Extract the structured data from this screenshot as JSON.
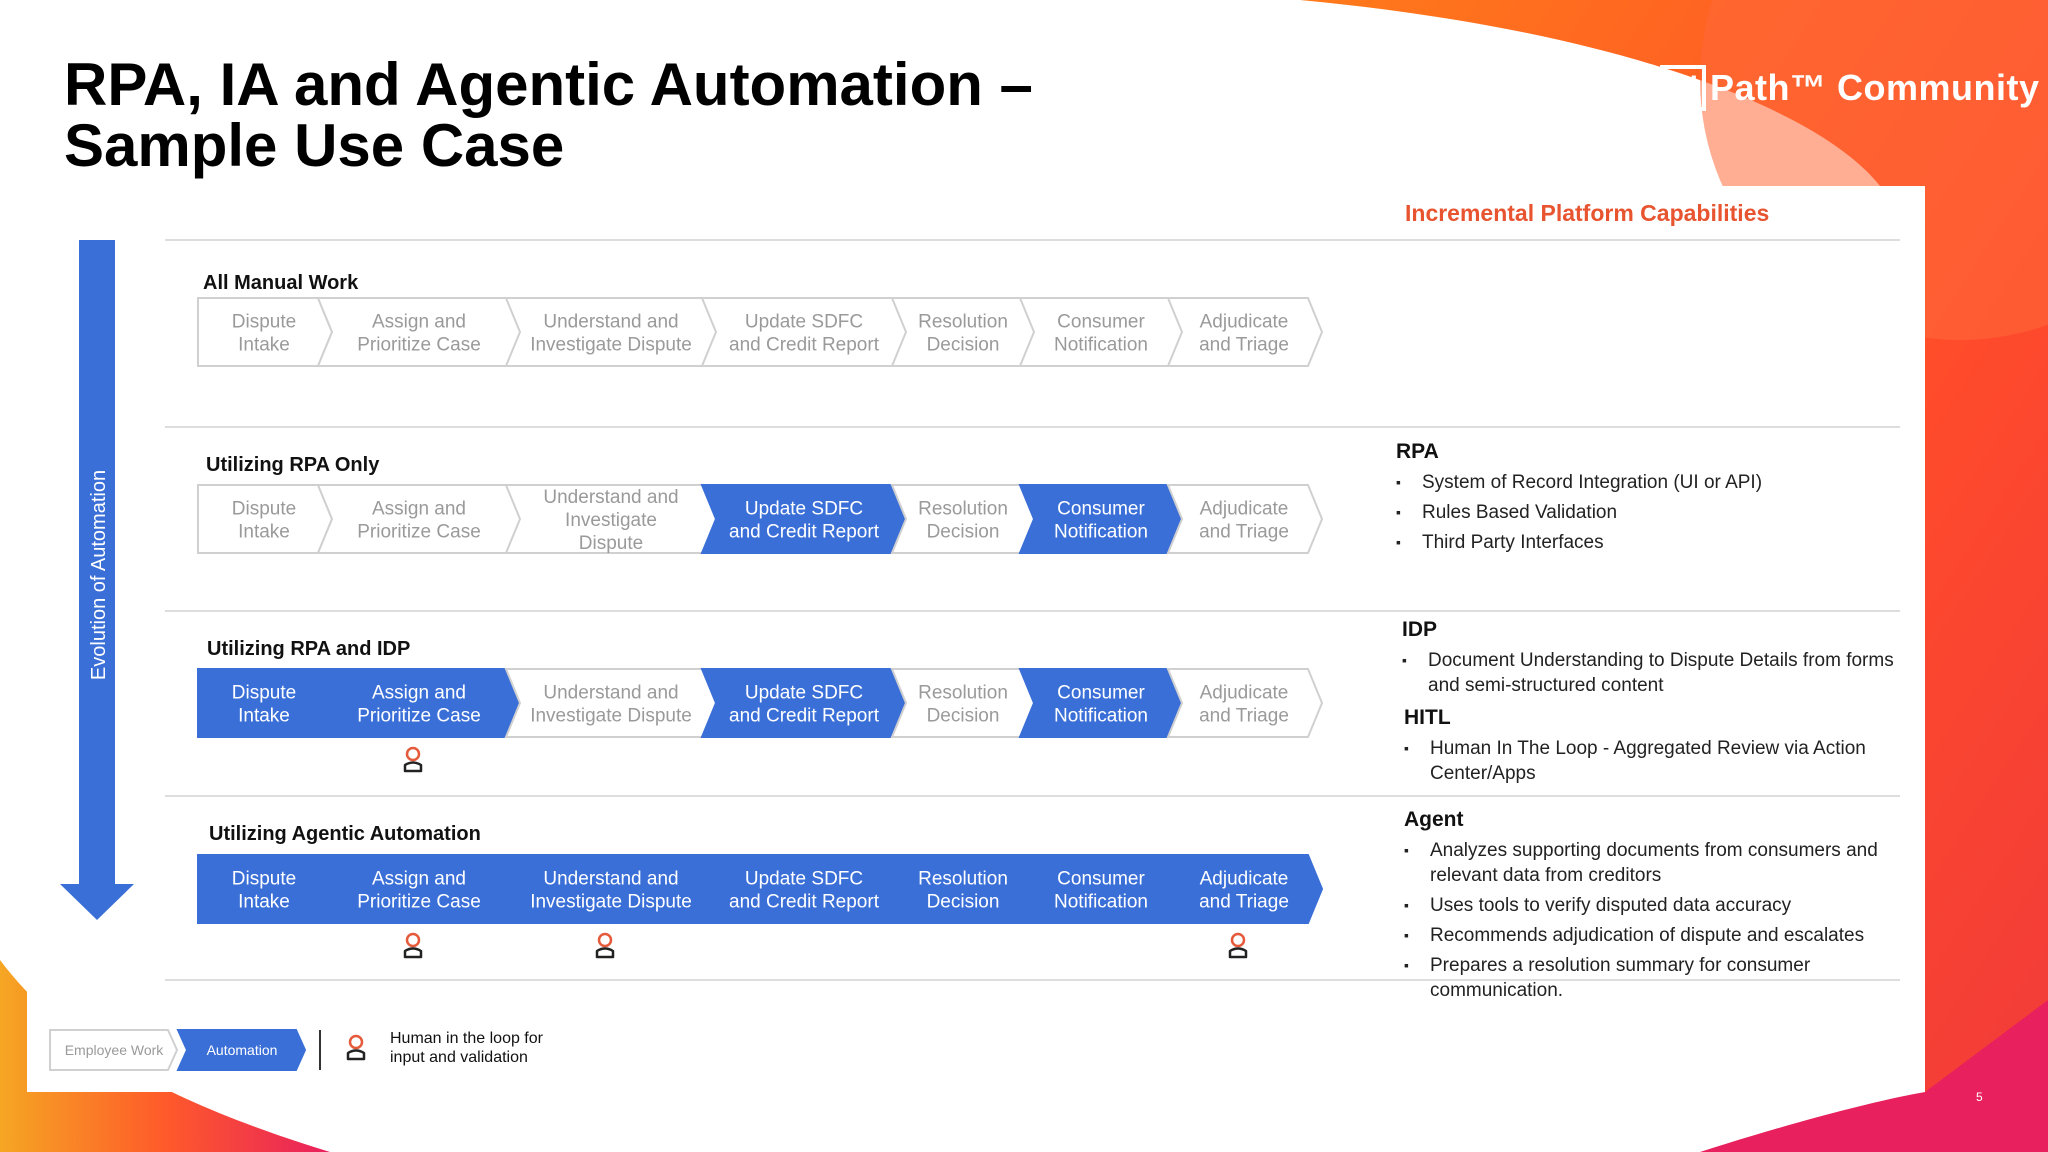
{
  "slide": {
    "title_line1": "RPA, IA and Agentic Automation –",
    "title_line2": "Sample Use Case",
    "page_number": "5"
  },
  "logo": {
    "box": "Ui",
    "text": "Path™ Community"
  },
  "diagram": {
    "header": "Incremental Platform Capabilities",
    "arrow_label": "Evolution of Automation",
    "colors": {
      "automation": "#3a6fd8",
      "employee_border": "#d0d0d0",
      "employee_text": "#9a9a9a",
      "human_icon": "#e55a3a"
    },
    "rows": [
      {
        "title": "All Manual Work",
        "steps": [
          {
            "lines": [
              "Dispute",
              "Intake"
            ],
            "automated": false,
            "human": false
          },
          {
            "lines": [
              "Assign and",
              "Prioritize Case"
            ],
            "automated": false,
            "human": false
          },
          {
            "lines": [
              "Understand and",
              "Investigate Dispute"
            ],
            "automated": false,
            "human": false
          },
          {
            "lines": [
              "Update SDFC",
              "and Credit Report"
            ],
            "automated": false,
            "human": false
          },
          {
            "lines": [
              "Resolution",
              "Decision"
            ],
            "automated": false,
            "human": false
          },
          {
            "lines": [
              "Consumer",
              "Notification"
            ],
            "automated": false,
            "human": false
          },
          {
            "lines": [
              "Adjudicate",
              "and Triage"
            ],
            "automated": false,
            "human": false
          }
        ]
      },
      {
        "title": "Utilizing RPA Only",
        "steps": [
          {
            "lines": [
              "Dispute",
              "Intake"
            ],
            "automated": false,
            "human": false
          },
          {
            "lines": [
              "Assign and",
              "Prioritize Case"
            ],
            "automated": false,
            "human": false
          },
          {
            "lines": [
              "Understand and",
              "Investigate",
              "Dispute"
            ],
            "automated": false,
            "human": false
          },
          {
            "lines": [
              "Update SDFC",
              "and Credit Report"
            ],
            "automated": true,
            "human": false
          },
          {
            "lines": [
              "Resolution",
              "Decision"
            ],
            "automated": false,
            "human": false
          },
          {
            "lines": [
              "Consumer",
              "Notification"
            ],
            "automated": true,
            "human": false
          },
          {
            "lines": [
              "Adjudicate",
              "and Triage"
            ],
            "automated": false,
            "human": false
          }
        ]
      },
      {
        "title": "Utilizing RPA and IDP",
        "steps": [
          {
            "lines": [
              "Dispute",
              "Intake"
            ],
            "automated": true,
            "human": false
          },
          {
            "lines": [
              "Assign and",
              "Prioritize Case"
            ],
            "automated": true,
            "human": true
          },
          {
            "lines": [
              "Understand and",
              "Investigate Dispute"
            ],
            "automated": false,
            "human": false
          },
          {
            "lines": [
              "Update SDFC",
              "and Credit Report"
            ],
            "automated": true,
            "human": false
          },
          {
            "lines": [
              "Resolution",
              "Decision"
            ],
            "automated": false,
            "human": false
          },
          {
            "lines": [
              "Consumer",
              "Notification"
            ],
            "automated": true,
            "human": false
          },
          {
            "lines": [
              "Adjudicate",
              "and Triage"
            ],
            "automated": false,
            "human": false
          }
        ]
      },
      {
        "title": "Utilizing Agentic Automation",
        "steps": [
          {
            "lines": [
              "Dispute",
              "Intake"
            ],
            "automated": true,
            "human": false
          },
          {
            "lines": [
              "Assign and",
              "Prioritize Case"
            ],
            "automated": true,
            "human": true
          },
          {
            "lines": [
              "Understand and",
              "Investigate Dispute"
            ],
            "automated": true,
            "human": true
          },
          {
            "lines": [
              "Update SDFC",
              "and Credit Report"
            ],
            "automated": true,
            "human": false
          },
          {
            "lines": [
              "Resolution",
              "Decision"
            ],
            "automated": true,
            "human": false
          },
          {
            "lines": [
              "Consumer",
              "Notification"
            ],
            "automated": true,
            "human": false
          },
          {
            "lines": [
              "Adjudicate",
              "and Triage"
            ],
            "automated": true,
            "human": true
          }
        ]
      }
    ],
    "capabilities": {
      "rpa": {
        "title": "RPA",
        "items": [
          "System of Record Integration (UI or API)",
          "Rules Based Validation",
          "Third Party Interfaces"
        ]
      },
      "idp": {
        "title": "IDP",
        "items": [
          "Document Understanding to Dispute Details from forms and semi-structured content"
        ]
      },
      "hitl": {
        "title": "HITL",
        "items": [
          "Human In The Loop - Aggregated Review via Action Center/Apps"
        ]
      },
      "agent": {
        "title": "Agent",
        "items": [
          "Analyzes supporting documents from consumers and relevant data from creditors",
          "Uses tools to verify disputed data accuracy",
          "Recommends adjudication of dispute and escalates",
          "Prepares a resolution summary for consumer communication."
        ]
      }
    },
    "legend": {
      "employee_work": "Employee Work",
      "automation": "Automation",
      "human_line1": "Human in the loop for",
      "human_line2": "input and validation"
    }
  }
}
